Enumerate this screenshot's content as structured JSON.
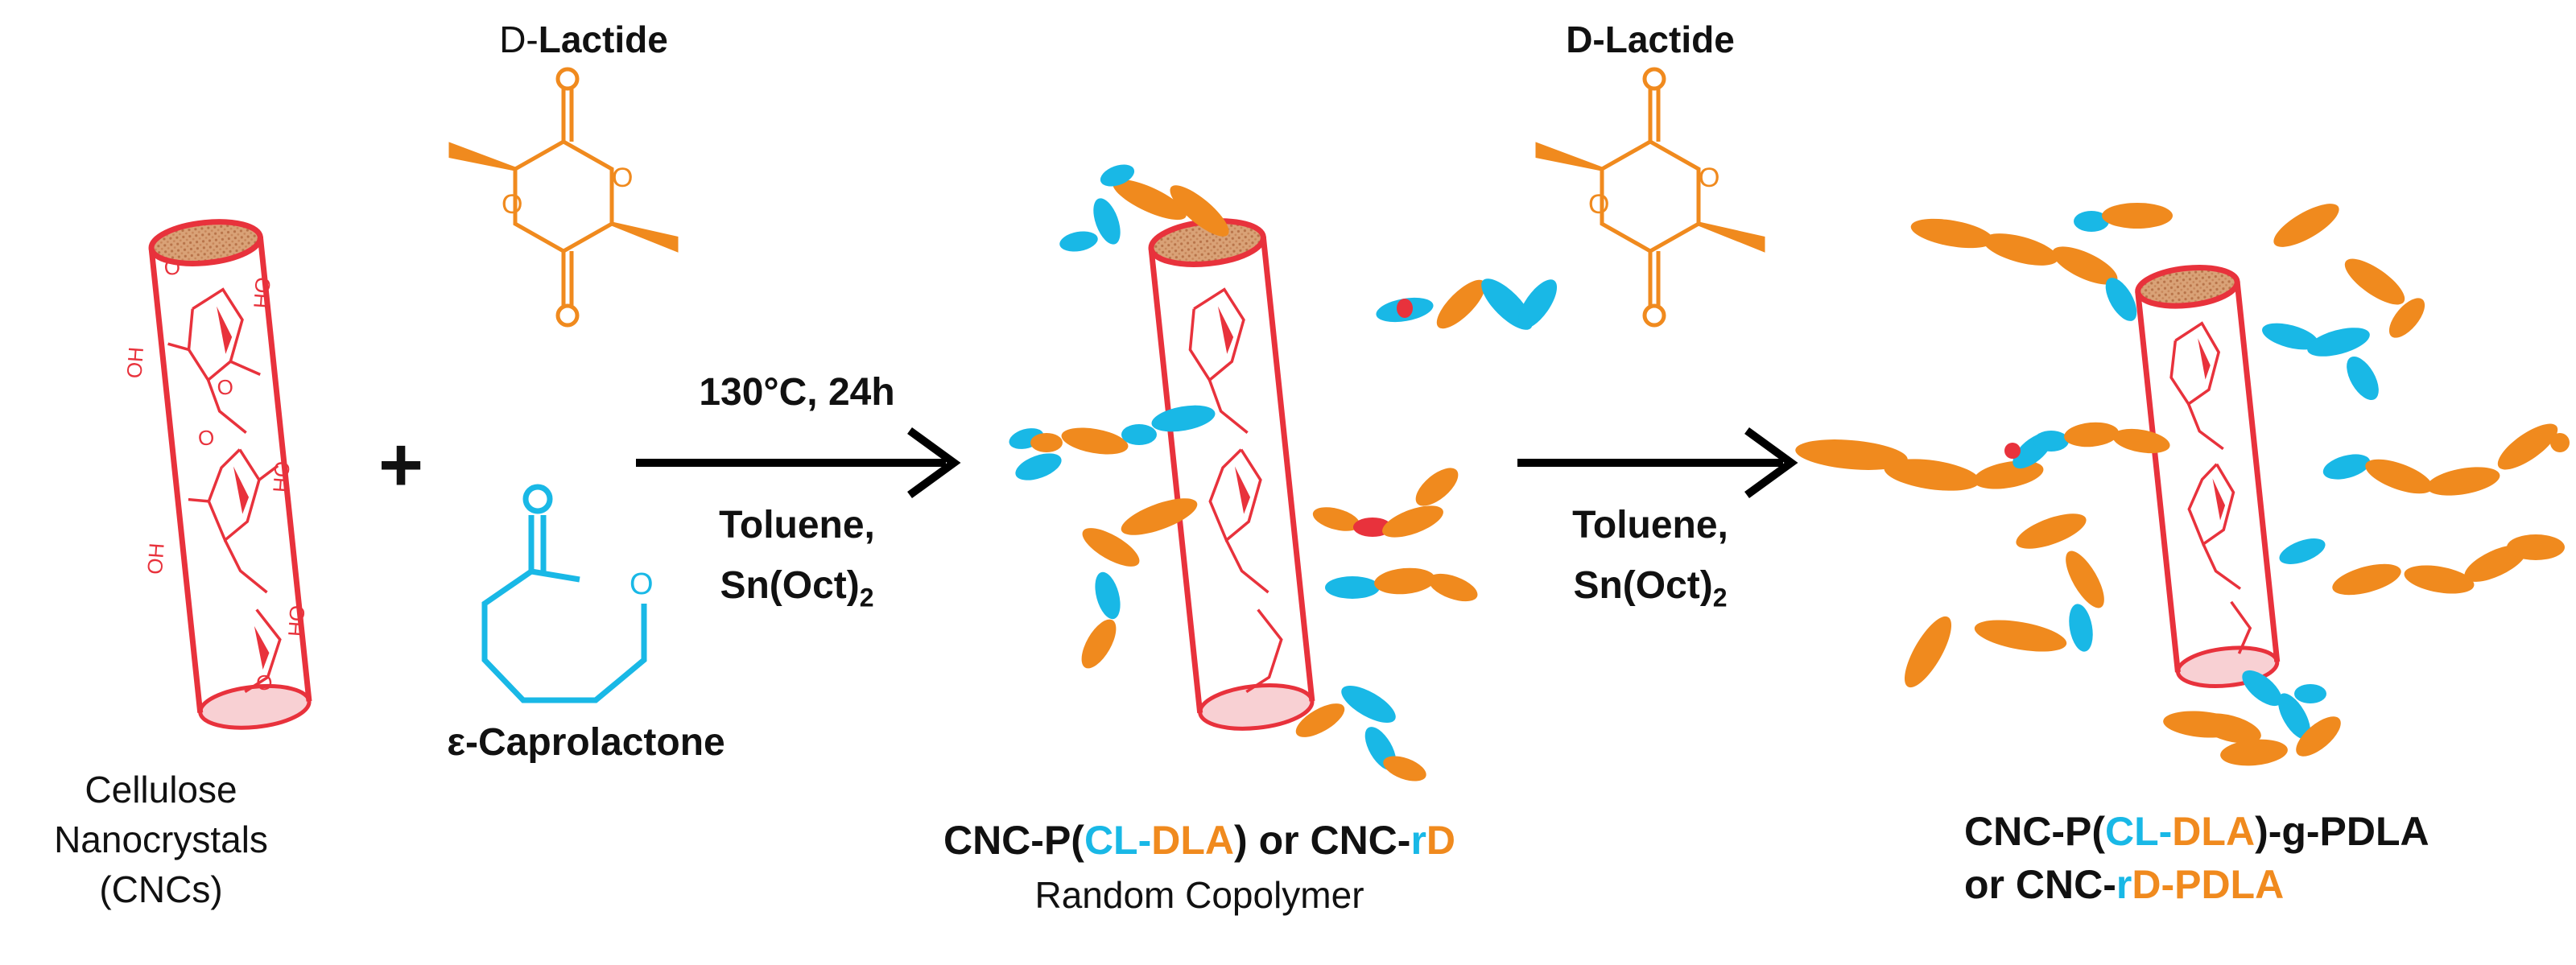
{
  "colors": {
    "cellulose_red": "#e8323c",
    "lactide_orange": "#f08a1e",
    "caprolactone_cyan": "#19b8e6",
    "arrow_black": "#000000"
  },
  "reagents": {
    "lactide_label_1": {
      "prefix": "D-",
      "name": "Lactide"
    },
    "lactide_label_2": "D-Lactide",
    "caprolactone_label": "ε-Caprolactone",
    "plus": "+"
  },
  "cnc_label": {
    "line1": "Cellulose",
    "line2": "Nanocrystals",
    "line3": "(CNCs)"
  },
  "step1": {
    "condition_top": "130°C, 24h",
    "solvent": "Toluene,",
    "catalyst_base": "Sn(Oct)",
    "catalyst_sub": "2"
  },
  "step2": {
    "solvent": "Toluene,",
    "catalyst_base": "Sn(Oct)",
    "catalyst_sub": "2"
  },
  "product1": {
    "p1": "CNC-P(",
    "p2": "CL-",
    "p3": "DLA",
    "p4": ") or CNC-",
    "p5": "r",
    "p6": "D",
    "subtitle": "Random Copolymer"
  },
  "product2": {
    "p1": "CNC-P(",
    "p2": "CL-",
    "p3": "DLA",
    "p4": ")-g-PDLA",
    "l2a": "or CNC-",
    "l2b": "r",
    "l2c": "D-PDLA"
  },
  "hydroxyl_label": "OH",
  "hydroxyl_label_alt": "HO",
  "oxygen_label": "O"
}
